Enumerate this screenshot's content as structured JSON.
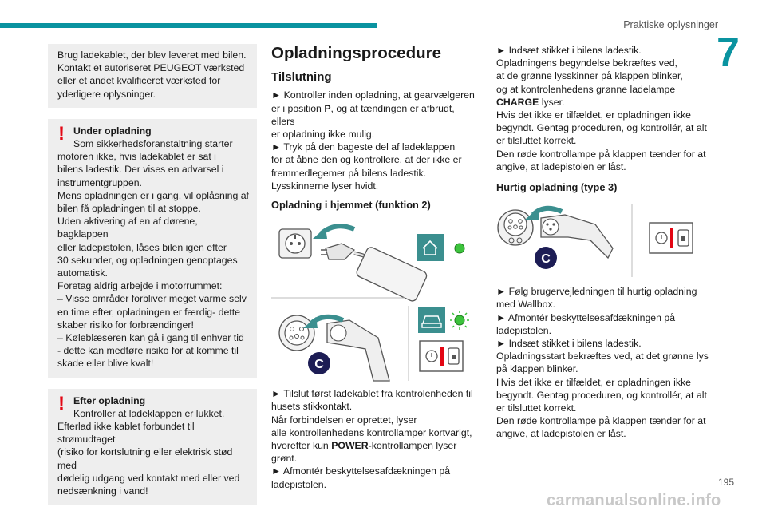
{
  "header": {
    "running_head": "Praktiske oplysninger",
    "chapter_number": "7",
    "accent_color": "#0a93a0"
  },
  "left": {
    "info_box": "Brug ladekablet, der blev leveret med bilen. Kontakt et autoriseret PEUGEOT værksted eller et andet kvalificeret værksted for yderligere oplysninger.",
    "warning1": {
      "title": "Under opladning",
      "line1": "Som sikkerhedsforanstaltning starter",
      "body": "motoren ikke, hvis ladekablet er sat i\nbilens ladestik. Der vises en advarsel i\ninstrumentgruppen.\nMens opladningen er i gang, vil oplåsning af\nbilen få opladningen til at stoppe.\nUden aktivering af en af dørene, bagklappen\neller ladepistolen, låses bilen igen efter\n30 sekunder, og opladningen genoptages\nautomatisk.\nForetag aldrig arbejde i motorrummet:\n– Visse områder forbliver meget varme selv\nen time efter, opladningen er færdig- dette\nskaber risiko for forbrændinger!\n– Køleblæseren kan gå i gang til enhver tid\n- dette kan medføre risiko for at komme til\nskade eller blive kvalt!"
    },
    "warning2": {
      "title": "Efter opladning",
      "line1": "Kontroller at ladeklappen er lukket.",
      "body": "Efterlad ikke kablet forbundet til strømudtaget\n(risiko for kortslutning eller elektrisk stød med\ndødelig udgang ved kontakt med eller ved\nnedsænkning i vand!"
    },
    "warning_color": "#e30613"
  },
  "middle": {
    "heading": "Opladningsprocedure",
    "subheading": "Tilslutning",
    "p1_a": "► Kontroller inden opladning, at gearvælgeren\ner i position ",
    "p1_bold": "P",
    "p1_b": ", og at tændingen er afbrudt, ellers\ner opladning ikke mulig.\n► Tryk på den bageste del af ladeklappen\nfor at åbne den og kontrollere, at der ikke er\nfremmedlegemer på bilens ladestik.\nLysskinnerne lyser hvidt.",
    "home_heading": "Opladning i hjemmet (funktion 2)",
    "badge_letter": "C",
    "p2_a": "► Tilslut først ladekablet fra kontrolenheden til\nhusets stikkontakt.\nNår forbindelsen er oprettet, lyser\nalle kontrollenhedens kontrollamper kortvarigt,\nhvorefter kun ",
    "p2_bold": "POWER",
    "p2_b": "-kontrollampen lyser\ngrønt.\n► Afmontér beskyttelsesafdækningen på\nladepistolen."
  },
  "right": {
    "p1_a": "► Indsæt stikket i bilens ladestik.\nOpladningens begyndelse bekræftes ved,\nat de grønne lysskinner på klappen blinker,\nog at kontrolenhedens grønne ladelampe\n",
    "p1_bold": "CHARGE",
    "p1_b": " lyser.\nHvis det ikke er tilfældet, er opladningen ikke\nbegyndt. Gentag proceduren, og kontrollér, at alt\ner tilsluttet korrekt.\nDen røde kontrollampe på klappen tænder for at\nangive, at ladepistolen er låst.",
    "fast_heading": "Hurtig opladning (type 3)",
    "badge_letter": "C",
    "p2": "► Følg brugervejledningen til hurtig opladning\nmed Wallbox.\n► Afmontér beskyttelsesafdækningen på\nladepistolen.\n► Indsæt stikket i bilens ladestik.\nOpladningsstart bekræftes ved, at det grønne lys\npå klappen blinker.\nHvis det ikke er tilfældet, er opladningen ikke\nbegyndt. Gentag proceduren, og kontrollér, at alt\ner tilsluttet korrekt.\nDen røde kontrollampe på klappen tænder for at\nangive, at ladepistolen er låst."
  },
  "footer": {
    "page_number": "195",
    "watermark": "carmanualsonline.info"
  },
  "icons": {
    "warning": "exclamation-icon",
    "home": "home-icon",
    "car": "car-icon",
    "lock_panel": "charge-lock-panel-icon"
  },
  "colors": {
    "badge": "#1d1d55",
    "status_green": "#3cc33c",
    "icon_teal": "#3b8f8f",
    "lock_red": "#e30613"
  }
}
